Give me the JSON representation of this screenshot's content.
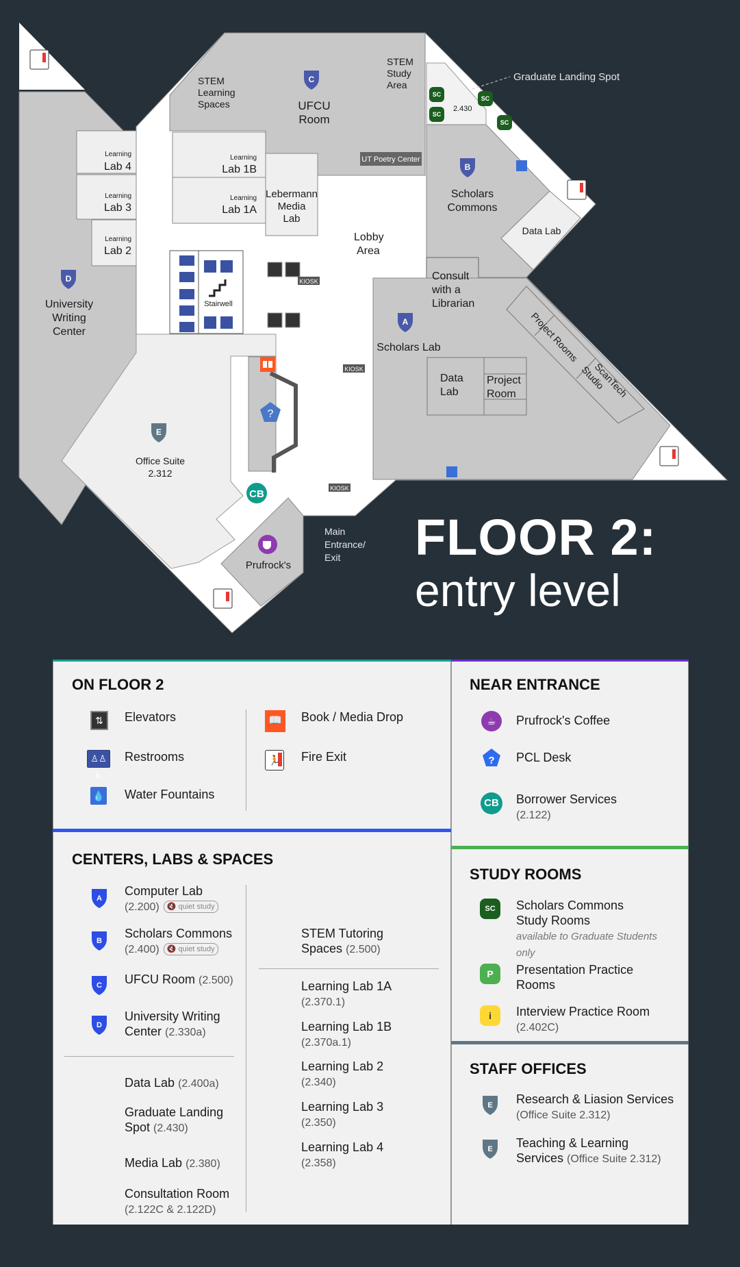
{
  "map": {
    "labels": {
      "stem_learning": [
        "STEM",
        "Learning",
        "Spaces"
      ],
      "ufcu": [
        "UFCU",
        "Room"
      ],
      "stem_study": [
        "STEM",
        "Study",
        "Area"
      ],
      "room_2430": "2.430",
      "graduate_landing": "Graduate Landing Spot",
      "poetry": "UT Poetry Center",
      "learning_small": "Learning",
      "lab4": "Lab 4",
      "lab3": "Lab 3",
      "lab2": "Lab 2",
      "lab1b": "Lab 1B",
      "lab1a": "Lab 1A",
      "lebermann": [
        "Lebermann",
        "Media",
        "Lab"
      ],
      "lobby": [
        "Lobby",
        "Area"
      ],
      "scholars_commons": [
        "Scholars",
        "Commons"
      ],
      "data_lab": "Data Lab",
      "consult": [
        "Consult",
        "with a",
        "Librarian"
      ],
      "scholars_lab": "Scholars Lab",
      "data_lab_inner": [
        "Data",
        "Lab"
      ],
      "project_room": [
        "Project",
        "Room"
      ],
      "project_rooms": "Project Rooms",
      "scantech": [
        "ScanTech",
        "Studio"
      ],
      "uwc": [
        "University",
        "Writing",
        "Center"
      ],
      "stairwell": "Stairwell",
      "kiosk": "KIOSK",
      "office_suite": [
        "Office Suite",
        "2.312"
      ],
      "prufrocks": "Prufrock's",
      "main_entrance": [
        "Main",
        "Entrance/",
        "Exit"
      ]
    },
    "badges": {
      "a": "A",
      "b": "B",
      "c": "C",
      "d": "D",
      "e": "E",
      "cb": "CB",
      "sc": "SC",
      "help": "?"
    }
  },
  "title": {
    "line1": "FLOOR 2:",
    "line2": "entry level"
  },
  "legend": {
    "on_floor": {
      "heading": "ON FLOOR 2",
      "items": [
        "Elevators",
        "Restrooms",
        "Water Fountains",
        "Book / Media Drop",
        "Fire Exit"
      ]
    },
    "centers": {
      "heading": "CENTERS, LABS & SPACES",
      "quiet_study": "quiet study",
      "lettered": [
        {
          "badge": "A",
          "name": "Computer Lab",
          "room": "(2.200)"
        },
        {
          "badge": "B",
          "name": "Scholars Commons",
          "room": "(2.400)"
        },
        {
          "badge": "C",
          "name": "UFCU Room",
          "room": "(2.500)"
        },
        {
          "badge": "D",
          "name": "University Writing",
          "name2": "Center",
          "room": "(2.330a)"
        }
      ],
      "others": [
        {
          "name": "Data Lab",
          "room": "(2.400a)"
        },
        {
          "name": "Graduate Landing",
          "name2": "Spot",
          "room": "(2.430)"
        },
        {
          "name": "Media Lab",
          "room": "(2.380)"
        },
        {
          "name": "Consultation Room",
          "room": "(2.122C & 2.122D)"
        }
      ],
      "stem": {
        "name": "STEM Tutoring",
        "name2": "Spaces",
        "room": "(2.500)"
      },
      "labs": [
        {
          "name": "Learning Lab 1A",
          "room": "(2.370.1)"
        },
        {
          "name": "Learning Lab 1B",
          "room": "(2.370a.1)"
        },
        {
          "name": "Learning Lab 2",
          "room": "(2.340)"
        },
        {
          "name": "Learning Lab 3",
          "room": "(2.350)"
        },
        {
          "name": "Learning Lab 4",
          "room": "(2.358)"
        }
      ]
    },
    "near_entrance": {
      "heading": "NEAR ENTRANCE",
      "items": [
        {
          "badge": "",
          "name": "Prufrock's Coffee"
        },
        {
          "badge": "?",
          "name": "PCL Desk"
        },
        {
          "badge": "CB",
          "name": "Borrower Services",
          "room": "(2.122)"
        }
      ]
    },
    "study_rooms": {
      "heading": "STUDY ROOMS",
      "items": [
        {
          "badge": "SC",
          "name": "Scholars Commons",
          "name2": "Study Rooms",
          "note": "available to Graduate Students",
          "note2": "only"
        },
        {
          "badge": "P",
          "name": "Presentation Practice",
          "name2": "Rooms"
        },
        {
          "badge": "i",
          "name": "Interview Practice Room",
          "room": "(2.402C)"
        }
      ]
    },
    "staff": {
      "heading": "STAFF OFFICES",
      "items": [
        {
          "badge": "E",
          "name": "Research & Liasion Services",
          "room": "(Office Suite 2.312)"
        },
        {
          "badge": "E",
          "name": "Teaching & Learning",
          "name2": "Services",
          "room": "(Office Suite 2.312)"
        }
      ]
    }
  },
  "colors": {
    "background": "#263039",
    "teal": "#17a08c",
    "purple": "#6b2fd6",
    "blue": "#2f55f0",
    "green": "#4caf50",
    "slate": "#5f7785",
    "badge": "#2d4de6",
    "map_badge": "#4a5aa8",
    "fire": "#ff5722"
  }
}
